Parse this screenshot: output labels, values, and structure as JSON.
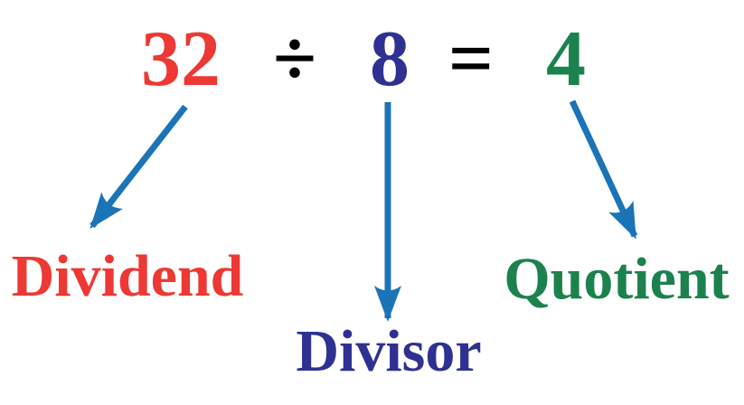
{
  "figure": {
    "equation": {
      "dividend": "32",
      "division_sign": "÷",
      "divisor": "8",
      "equals_sign": "=",
      "quotient": "4"
    },
    "labels": {
      "dividend": "Dividend",
      "divisor": "Divisor",
      "quotient": "Quotient"
    },
    "colors": {
      "dividend_red": "#ED3833",
      "divisor_navy": "#2E3192",
      "quotient_green": "#1B824D",
      "signs_black": "#000000",
      "arrow_blue": "#1B73B8",
      "background": "#FFFFFF"
    }
  }
}
